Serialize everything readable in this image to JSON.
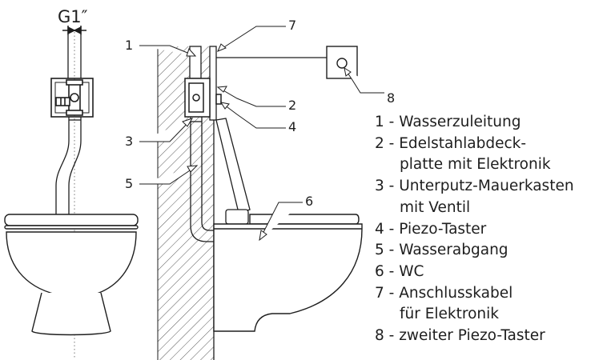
{
  "thread_label": "G1″",
  "callouts": [
    {
      "id": "1",
      "text": "1"
    },
    {
      "id": "2",
      "text": "2"
    },
    {
      "id": "3",
      "text": "3"
    },
    {
      "id": "4",
      "text": "4"
    },
    {
      "id": "5",
      "text": "5"
    },
    {
      "id": "6",
      "text": "6"
    },
    {
      "id": "7",
      "text": "7"
    },
    {
      "id": "8",
      "text": "8"
    }
  ],
  "legend": [
    {
      "line1": "1 - Wasserzuleitung"
    },
    {
      "line1": "2 - Edelstahlabdeck-",
      "line2": "platte mit Elektronik"
    },
    {
      "line1": "3 - Unterputz-Mauerkasten",
      "line2": "mit Ventil"
    },
    {
      "line1": "4 - Piezo-Taster"
    },
    {
      "line1": "5 - Wasserabgang"
    },
    {
      "line1": "6 - WC"
    },
    {
      "line1": "7 - Anschlusskabel",
      "line2": "für Elektronik"
    },
    {
      "line1": "8 - zweiter Piezo-Taster"
    }
  ]
}
